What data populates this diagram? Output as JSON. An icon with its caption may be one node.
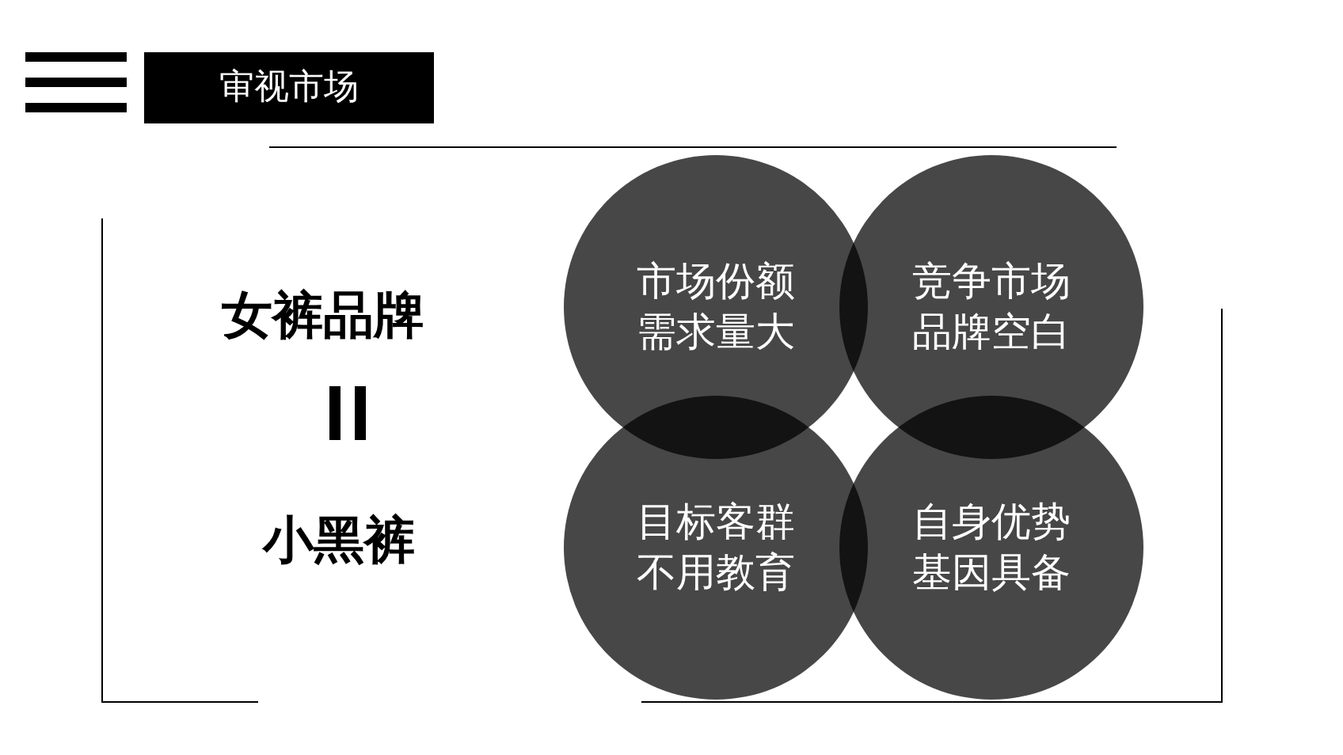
{
  "diagram": {
    "title": "审视市场",
    "nodes": [
      {
        "text": [
          "市场份额需求量大"
        ]
      },
      {
        "text": [
          "竞争市场品牌空白"
        ]
      },
      {
        "text": [
          "目标客群不用教育"
        ]
      },
      {
        "text": [
          "自身优势基因具备"
        ]
      }
    ],
    "labels": [
      "女裤品牌",
      "小黑裤"
    ]
  }
}
